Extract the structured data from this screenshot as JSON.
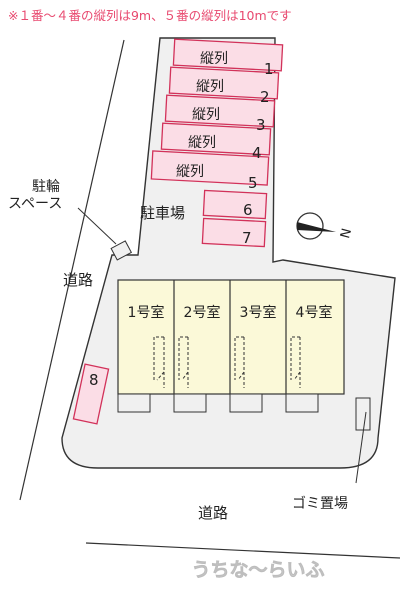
{
  "note": "※１番〜４番の縦列は9m、５番の縦列は10mです",
  "parking_lot_label": "駐車場",
  "bike_area_label": [
    "駐輪",
    "スペース"
  ],
  "road_left_label": "道路",
  "road_bottom_label": "道路",
  "garbage_label": "ゴミ置場",
  "watermark": "うちな〜らいふ",
  "compass_label": "N",
  "spaces": [
    {
      "title": "縦列",
      "number": "1"
    },
    {
      "title": "縦列",
      "number": "2"
    },
    {
      "title": "縦列",
      "number": "3"
    },
    {
      "title": "縦列",
      "number": "4"
    },
    {
      "title": "縦列",
      "number": "5"
    },
    {
      "title": "",
      "number": "6"
    },
    {
      "title": "",
      "number": "7"
    },
    {
      "title": "",
      "number": "8"
    }
  ],
  "rooms": [
    "1号室",
    "2号室",
    "3号室",
    "4号室"
  ],
  "colors": {
    "note_text": "#e8496f",
    "space_fill": "#fbdde6",
    "space_stroke": "#d2325a",
    "lot_fill": "#f0f0f0",
    "room_fill": "#fbf9d8",
    "outline": "#333333"
  }
}
